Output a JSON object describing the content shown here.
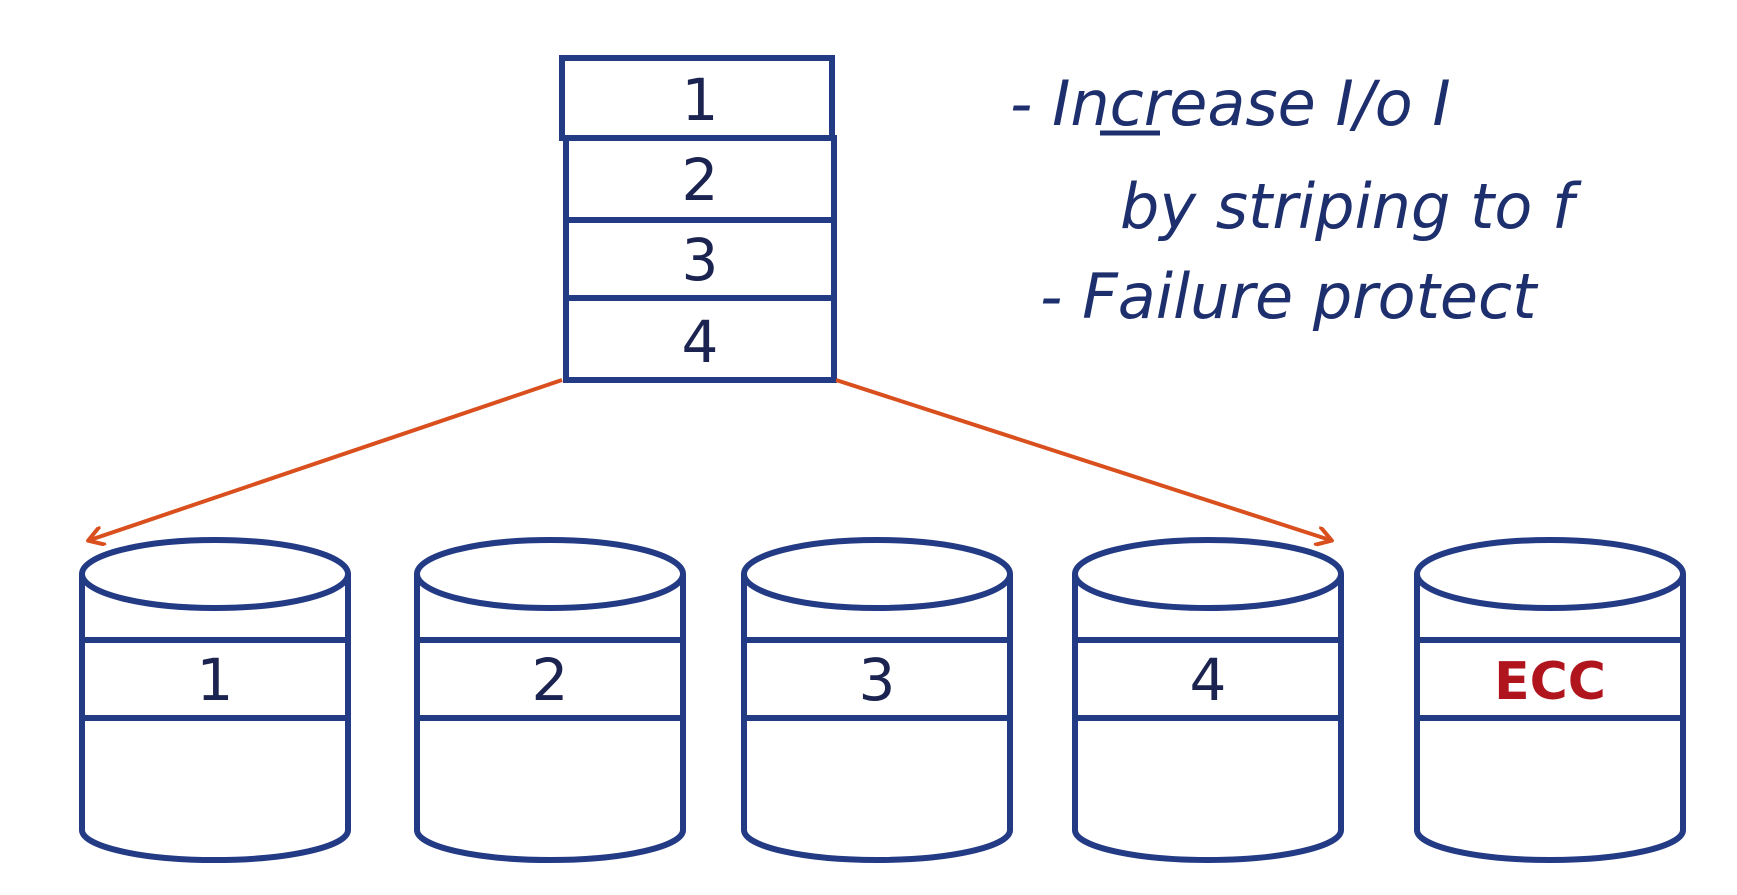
{
  "stack": {
    "blocks": [
      "1",
      "2",
      "3",
      "4"
    ]
  },
  "disks": [
    {
      "label": "1",
      "kind": "data"
    },
    {
      "label": "2",
      "kind": "data"
    },
    {
      "label": "3",
      "kind": "data"
    },
    {
      "label": "4",
      "kind": "data"
    },
    {
      "label": "ECC",
      "kind": "parity"
    }
  ],
  "notes": {
    "line1": "- Increase I/o I",
    "line2": "by striping to f",
    "line3": "- Failure protect"
  },
  "colors": {
    "ink": "#233a85",
    "arrow": "#d9501e",
    "ecc": "#b0151e",
    "background": "#ffffff"
  }
}
